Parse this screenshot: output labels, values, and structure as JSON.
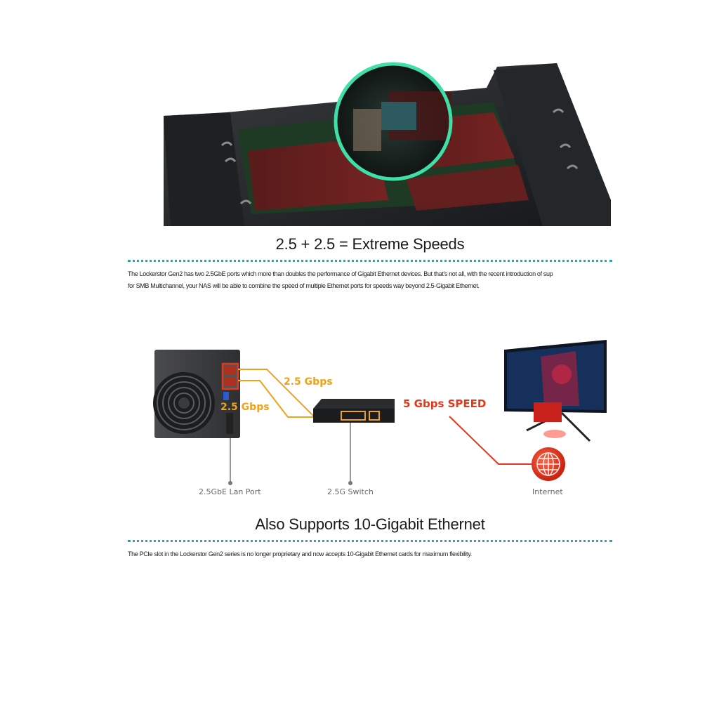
{
  "section1": {
    "title": "2.5 + 2.5 = Extreme Speeds",
    "body_line1": "The Lockerstor Gen2 has two 2.5GbE ports which more than doubles the performance of Gigabit Ethernet devices. But that's not all, with the recent introduction of sup",
    "body_line2": "for SMB Multichannel, your NAS will be able to combine the speed of multiple Ethernet ports for speeds way beyond 2.5-Gigabit Ethernet."
  },
  "diagram": {
    "link_top": "2.5 Gbps",
    "link_bottom": "2.5 Gbps",
    "combined": "5 Gbps SPEED",
    "nas_label": "2.5GbE Lan Port",
    "switch_label": "2.5G Switch",
    "internet_label": "Internet"
  },
  "section2": {
    "title": "Also Supports 10-Gigabit Ethernet",
    "body_line1": "The PCIe slot in the Lockerstor Gen2 series is no longer proprietary and now accepts 10-Gigabit Ethernet cards for maximum flexibility."
  },
  "colors": {
    "accent_rule": "#2aa6b0",
    "orange": "#f0a21c",
    "red": "#e0391c",
    "highlight_ring": "#3ee0a8"
  }
}
